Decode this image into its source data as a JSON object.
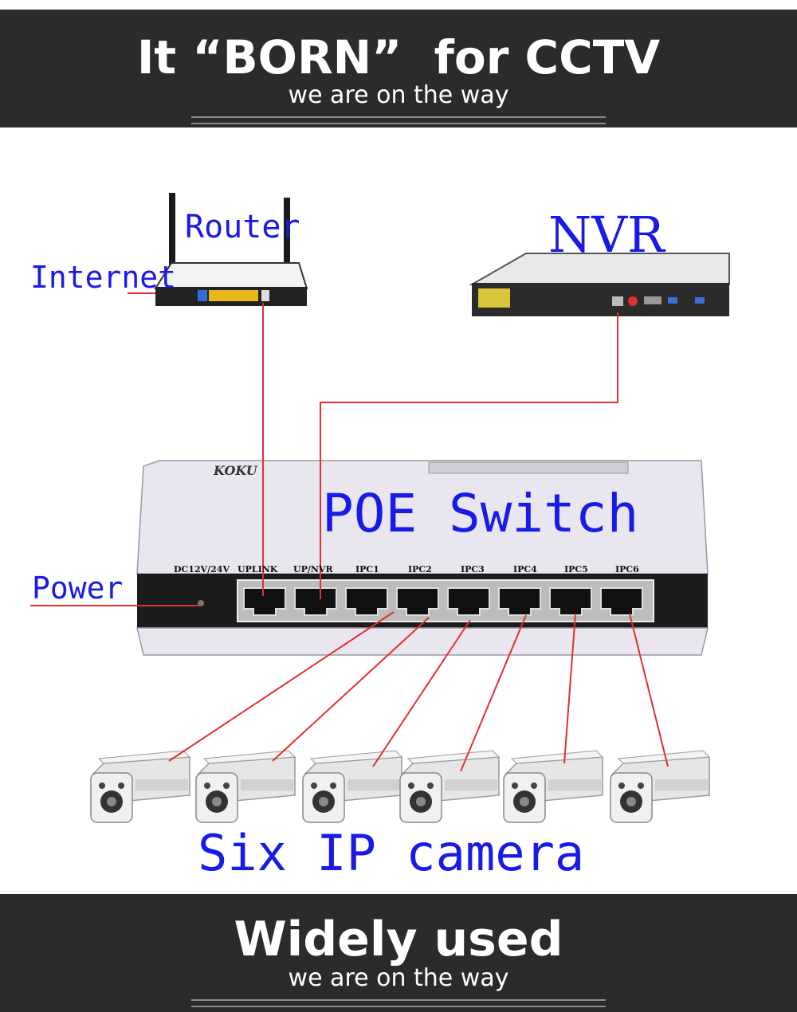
{
  "header": {
    "title": "It “BORN”  for CCTV",
    "subtitle": "we are on the way"
  },
  "footer": {
    "title": "Widely used",
    "subtitle": "we are on the way"
  },
  "labels": {
    "router": "Router",
    "internet": "Internet",
    "nvr": "NVR",
    "poe_switch": "POE Switch",
    "power": "Power",
    "cameras": "Six IP camera"
  },
  "switch": {
    "brand": "KOKU",
    "ports": [
      "DC12V/24V",
      "UPLINK",
      "UP/NVR",
      "IPC1",
      "IPC2",
      "IPC3",
      "IPC4",
      "IPC5",
      "IPC6"
    ]
  },
  "colors": {
    "label_blue": "#1a1ae6",
    "cable_red": "#e03030",
    "banner_dark": "#2b2b2b"
  }
}
